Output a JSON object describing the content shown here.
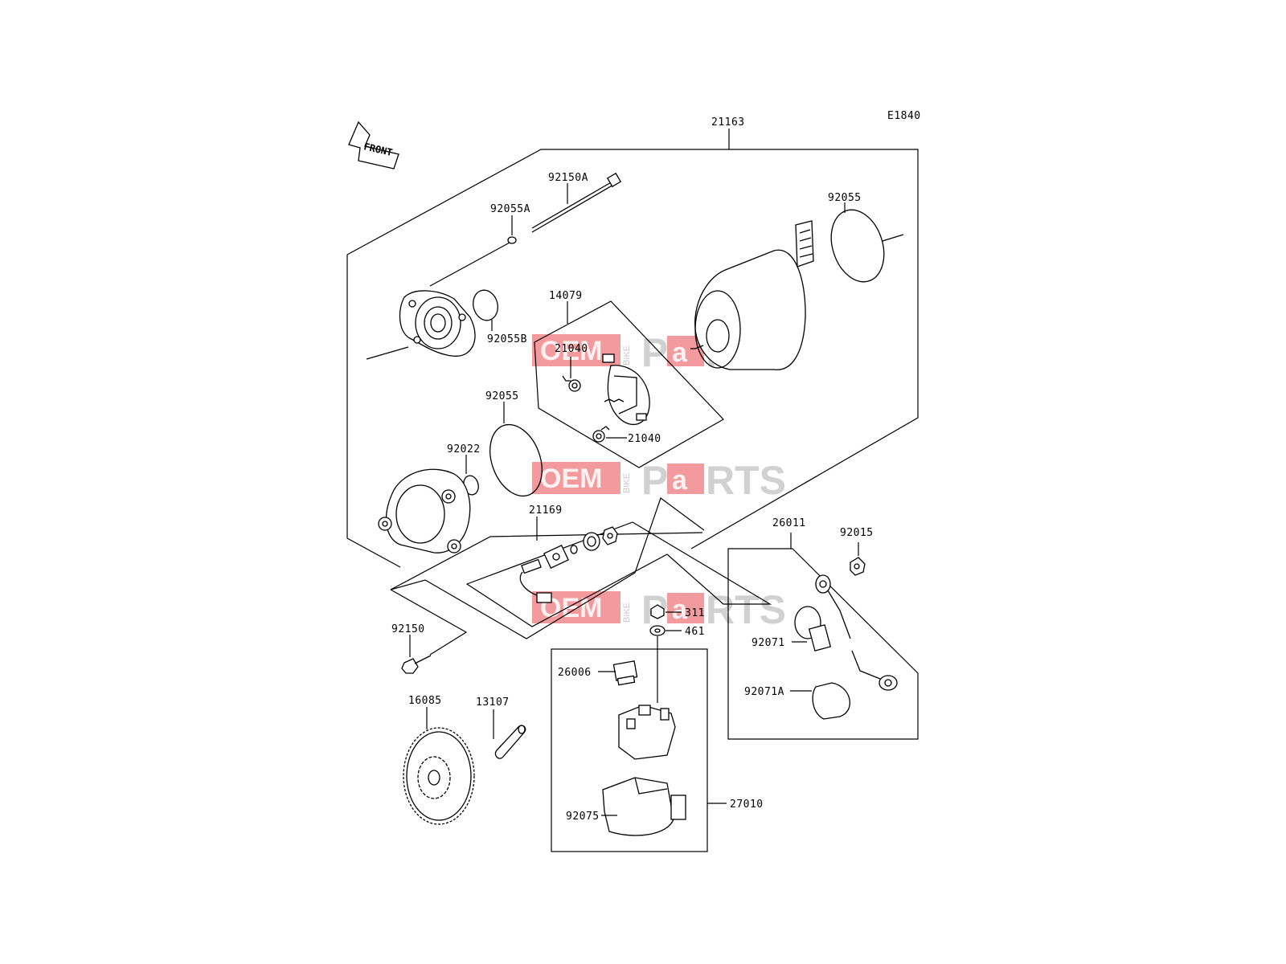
{
  "diagram": {
    "code": "E1840",
    "front_label": "FRONT",
    "parts": {
      "p21163": "21163",
      "p92150A": "92150A",
      "p92055A": "92055A",
      "p92055_top": "92055",
      "p92055B": "92055B",
      "p14079": "14079",
      "p21040_a": "21040",
      "p21040_b": "21040",
      "p92055_mid": "92055",
      "p92022": "92022",
      "p21169": "21169",
      "p26011": "26011",
      "p92015": "92015",
      "p311": "311",
      "p461": "461",
      "p92071": "92071",
      "p92071A": "92071A",
      "p92150": "92150",
      "p26006": "26006",
      "p16085": "16085",
      "p13107": "13107",
      "p27010": "27010",
      "p92075": "92075"
    },
    "watermark": {
      "word1": "OEM",
      "side": "BIKE",
      "word2a": "P",
      "word2b": "a",
      "word2c": "RTS"
    }
  }
}
